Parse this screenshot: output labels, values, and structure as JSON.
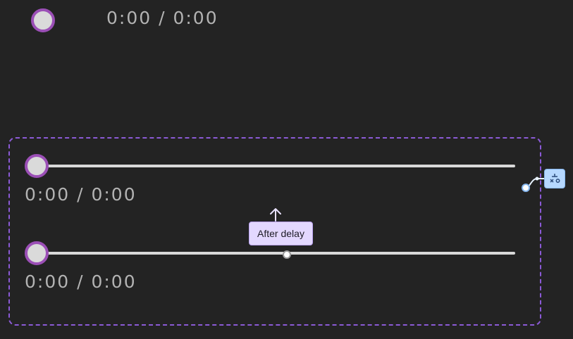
{
  "top_player": {
    "time_text": "0:00 / 0:00"
  },
  "group": {
    "player_1": {
      "time_text": "0:00 / 0:00"
    },
    "player_2": {
      "time_text": "0:00 / 0:00"
    }
  },
  "interaction": {
    "trigger_label": "After delay"
  },
  "icons": {
    "connector": "component-node-icon",
    "arrow": "arrow-up-icon"
  },
  "colors": {
    "background": "#232323",
    "accent_purple": "#9b4fb6",
    "frame_dash": "#8b5ad6",
    "tooltip_bg": "#e3d8ff",
    "node_bg": "#b6d8ff",
    "track": "#d9d9d9",
    "time_text": "#b3b3b3"
  }
}
